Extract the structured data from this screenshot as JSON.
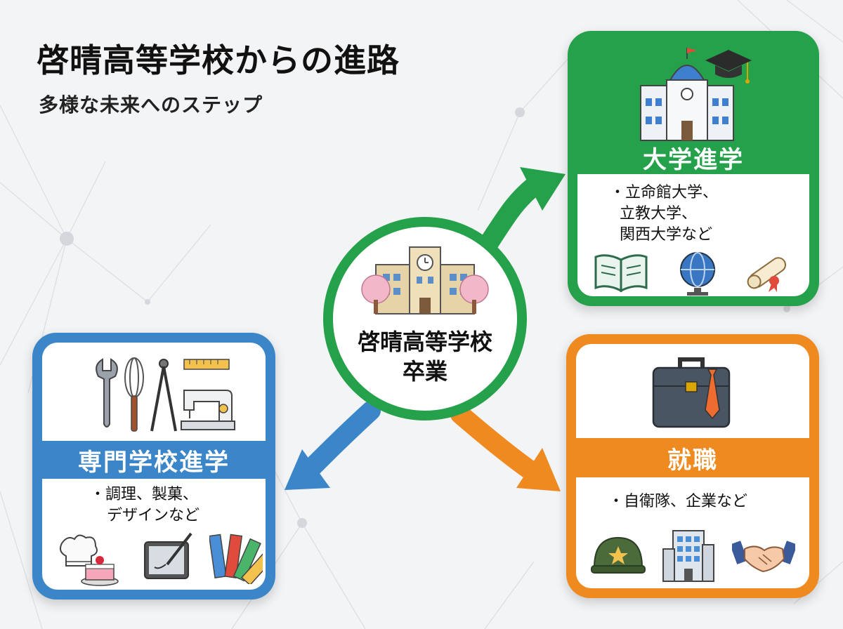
{
  "title": "啓晴高等学校からの進路",
  "subtitle": "多様な未来へのステップ",
  "center": {
    "line1": "啓晴高等学校",
    "line2": "卒業",
    "icon": "school-building-icon"
  },
  "colors": {
    "university": "#26a14b",
    "vocational": "#3b86c8",
    "employment": "#ee8a1f"
  },
  "paths": {
    "university": {
      "heading": "大学進学",
      "items": [
        "・立命館大学、",
        "立教大学、",
        "関西大学など"
      ],
      "icons": [
        "university-building-icon",
        "graduation-cap-icon",
        "open-book-icon",
        "globe-icon",
        "diploma-icon"
      ]
    },
    "vocational": {
      "heading": "専門学校進学",
      "items": [
        "・調理、製菓、",
        "デザインなど"
      ],
      "icons": [
        "wrench-icon",
        "whisk-icon",
        "compass-icon",
        "ruler-icon",
        "sewing-machine-icon",
        "chef-hat-icon",
        "cake-icon",
        "drawing-tablet-icon",
        "color-swatch-icon"
      ]
    },
    "employment": {
      "heading": "就職",
      "items": [
        "・自衛隊、企業など"
      ],
      "icons": [
        "briefcase-icon",
        "helmet-icon",
        "office-building-icon",
        "handshake-icon"
      ]
    }
  }
}
